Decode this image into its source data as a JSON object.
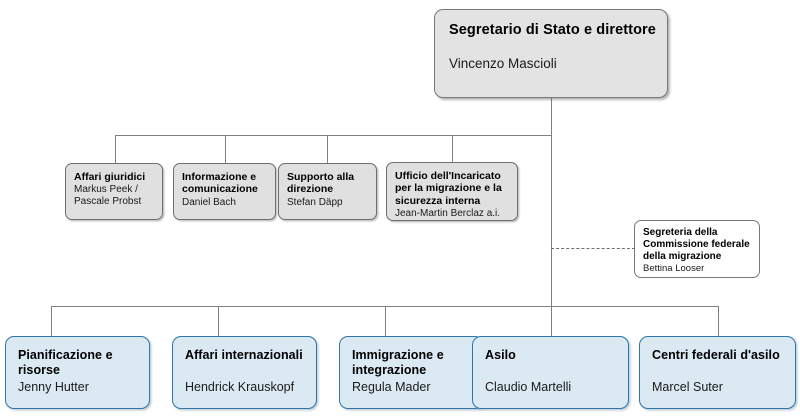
{
  "chart": {
    "type": "org-chart",
    "language": "it",
    "colors": {
      "root_fill": "#e3e3e3",
      "staff_fill": "#e0e0e0",
      "division_fill": "#dbe9f3",
      "division_border": "#2c76ab",
      "committee_fill": "#ffffff",
      "line": "#808080"
    },
    "root": {
      "title": "Segretario di Stato e direttore",
      "person": "Vincenzo Mascioli"
    },
    "staff_units": [
      {
        "title": "Affari giuridici",
        "person": "Markus Peek /\nPascale Probst"
      },
      {
        "title": "Informazione e\ncomunicazione",
        "person": "Daniel Bach"
      },
      {
        "title": "Supporto alla\ndirezione",
        "person": "Stefan Däpp"
      },
      {
        "title": "Ufficio dell'Incaricato\nper la migrazione e la\nsicurezza interna",
        "person": "Jean-Martin Berclaz a.i."
      }
    ],
    "committee": {
      "title": "Segreteria della\nCommissione federale\ndella migrazione",
      "person": "Bettina Looser",
      "link_style": "dashed"
    },
    "divisions": [
      {
        "title": "Pianificazione e\nrisorse",
        "person": "Jenny Hutter"
      },
      {
        "title": "Affari internazionali",
        "person": "Hendrick Krauskopf"
      },
      {
        "title": "Immigrazione e\nintegrazione",
        "person": "Regula Mader"
      },
      {
        "title": "Asilo",
        "person": "Claudio Martelli"
      },
      {
        "title": "Centri federali d'asilo",
        "person": "Marcel Suter"
      }
    ]
  }
}
